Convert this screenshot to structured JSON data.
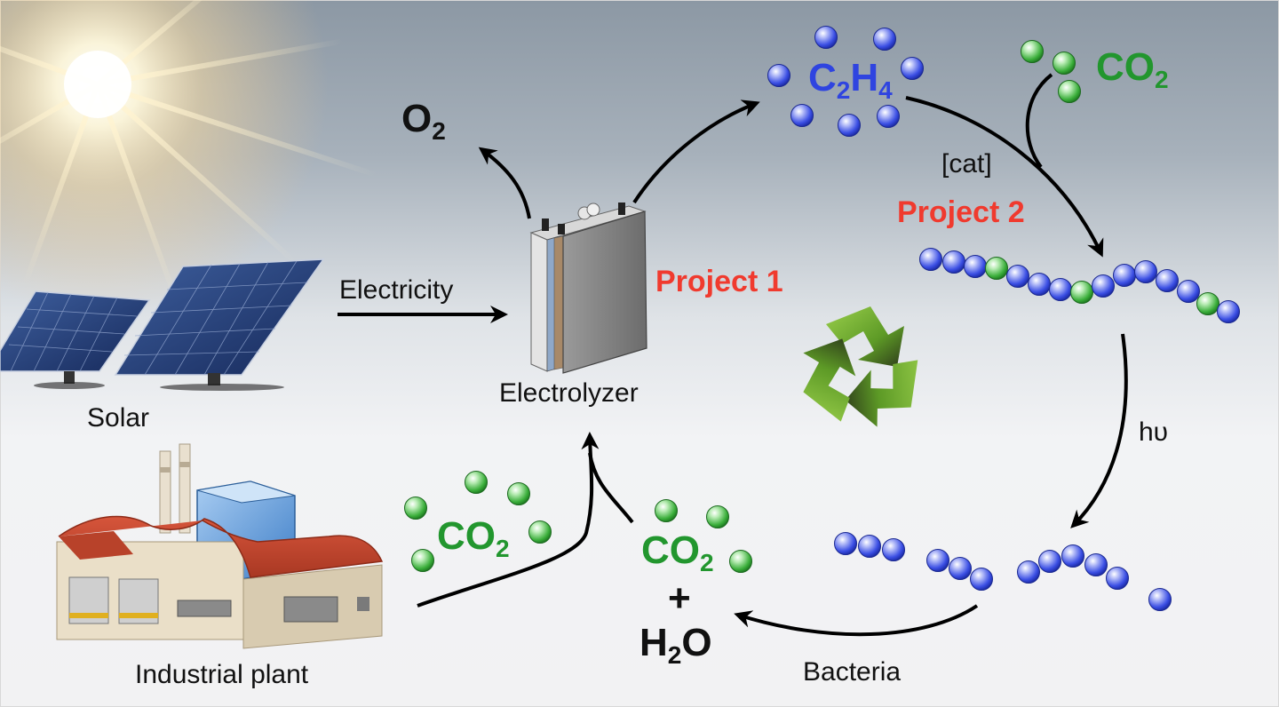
{
  "labels": {
    "solar": "Solar",
    "industrial_plant": "Industrial plant",
    "electricity": "Electricity",
    "electrolyzer": "Electrolyzer",
    "project1": "Project 1",
    "project2": "Project 2",
    "cat": "[cat]",
    "hv": "hυ",
    "bacteria": "Bacteria",
    "plus": "+"
  },
  "formulas": {
    "o2": {
      "element": "O",
      "sub": "2"
    },
    "c2h4": {
      "el1": "C",
      "sub1": "2",
      "el2": "H",
      "sub2": "4"
    },
    "co2_top": {
      "element": "CO",
      "sub": "2"
    },
    "co2_left": {
      "element": "CO",
      "sub": "2"
    },
    "co2_mid": {
      "element": "CO",
      "sub": "2"
    },
    "h2o": {
      "el1": "H",
      "sub": "2",
      "el2": "O"
    }
  },
  "colors": {
    "project_text": "#f03a2e",
    "ethylene_blue": "#2f44e0",
    "co2_green": "#22962e",
    "arrow": "#000000",
    "recycle_green": "#6aa82a"
  },
  "icons": [
    "sun-icon",
    "solar-panel-icon",
    "factory-icon",
    "electrolyzer-icon",
    "recycle-icon"
  ]
}
